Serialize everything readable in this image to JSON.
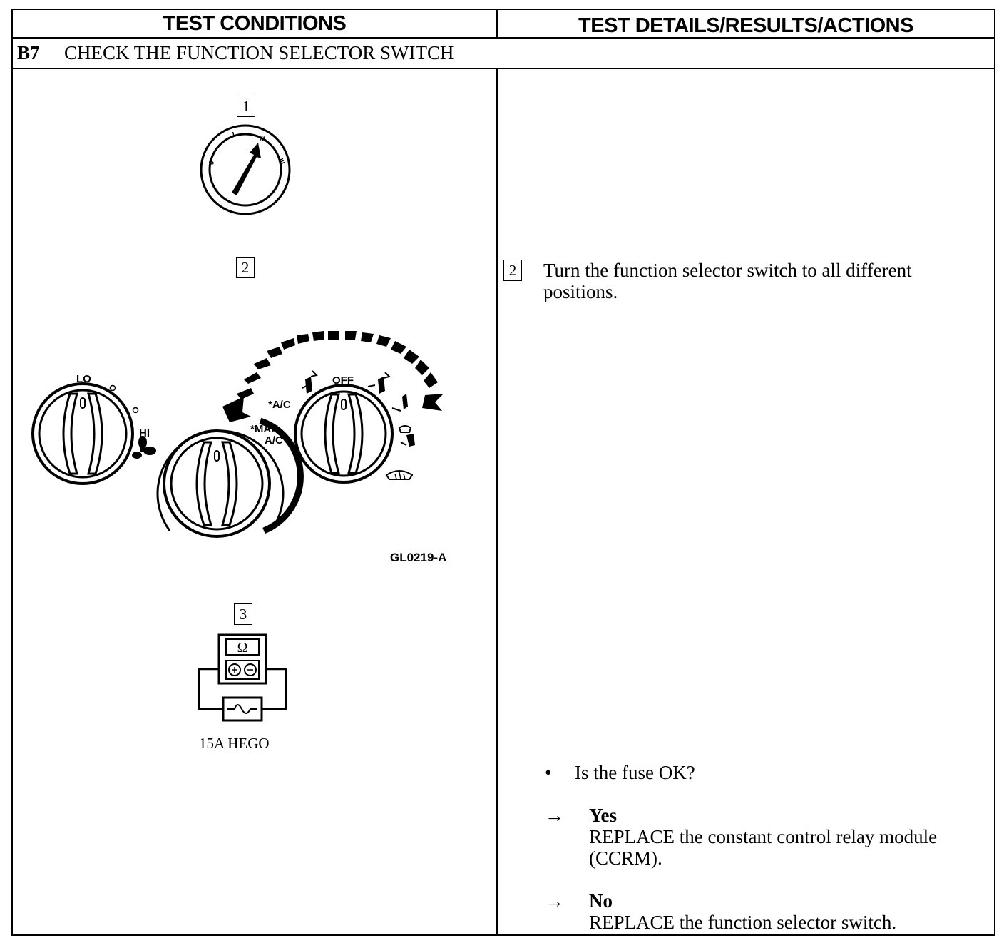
{
  "header": {
    "left": "TEST CONDITIONS",
    "right": "TEST DETAILS/RESULTS/ACTIONS"
  },
  "step": {
    "number": "B7",
    "title": "CHECK THE FUNCTION SELECTOR SWITCH"
  },
  "conditions": {
    "markers": [
      "1",
      "2",
      "3"
    ],
    "ignition_labels": [
      "0",
      "I",
      "II",
      "III"
    ],
    "panel_labels": {
      "lo": "LO",
      "hi": "HI",
      "ac": "*A/C",
      "max": "*MAX",
      "max_ac": "A/C",
      "off": "OFF"
    },
    "figure_code": "GL0219-A",
    "meter_symbol": "Ω",
    "fuse_caption": "15A HEGO"
  },
  "details": {
    "step2_marker": "2",
    "step2_text_line1": "Turn the function selector switch to all different",
    "step2_text_line2": "positions.",
    "question_bullet": "•",
    "question": "Is the fuse OK?",
    "arrow": "→",
    "yes_label": "Yes",
    "yes_line1": "REPLACE the constant control relay module",
    "yes_line2": "(CCRM).",
    "no_label": "No",
    "no_line1": "REPLACE the function selector switch."
  }
}
